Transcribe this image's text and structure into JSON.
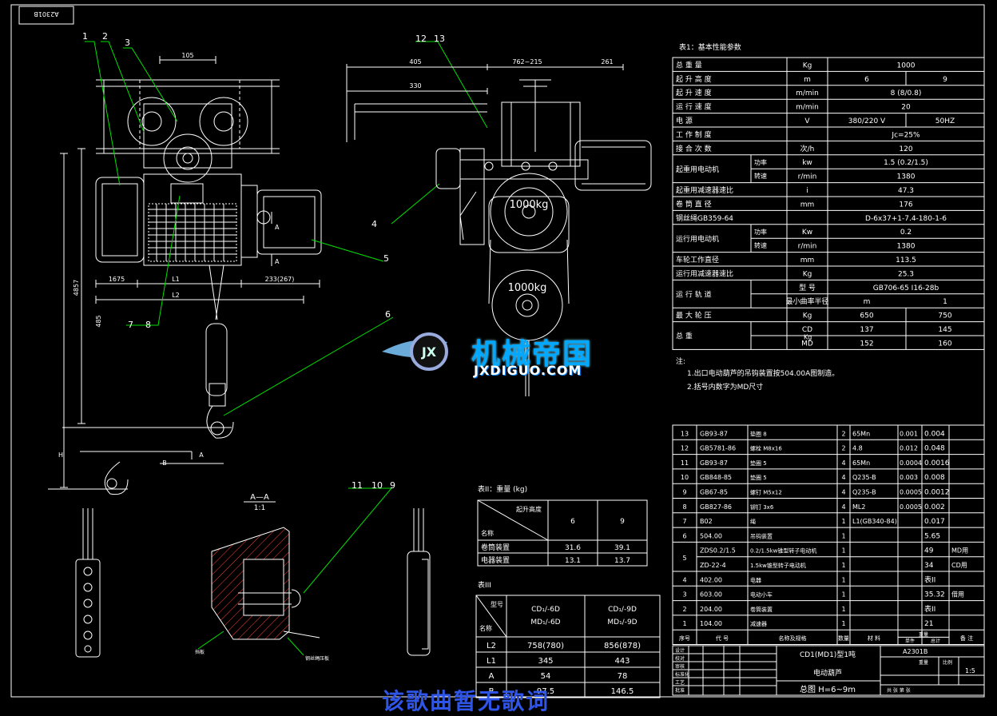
{
  "drawing_code_top": "A2301B",
  "callouts": [
    "1",
    "2",
    "3",
    "4",
    "5",
    "6",
    "7",
    "8",
    "10",
    "11",
    "12",
    "13",
    "9"
  ],
  "dims": {
    "d105": "105",
    "d405": "405",
    "d762": "762~215",
    "d261": "261",
    "d330": "330",
    "d1675": "1675",
    "dL1": "L1",
    "dL2": "L2",
    "d233": "233(267)",
    "d4857": "4857",
    "d485": "485",
    "dH": "H",
    "dB": "B",
    "dA": "A",
    "sectA": "A",
    "drum1": "1000kg",
    "drum2": "1000kg"
  },
  "section": {
    "title": "A—A",
    "scale": "1:1",
    "label_left": "挡板",
    "label_right": "钢丝绳压板"
  },
  "perf_table": {
    "caption": "表1：基本性能参数",
    "rows": [
      [
        "总   重   量",
        "Kg",
        "1000",
        ""
      ],
      [
        "起 升 高 度",
        "m",
        "6",
        "9"
      ],
      [
        "起 升 速 度",
        "m/min",
        "8  (8/0.8)",
        ""
      ],
      [
        "运 行 速 度",
        "m/min",
        "20",
        ""
      ],
      [
        "电       源",
        "V",
        "380/220 V",
        "50HZ"
      ],
      [
        "工 作 制 度",
        "",
        "Jc=25%",
        ""
      ],
      [
        "接 合 次 数",
        "次/h",
        "120",
        ""
      ],
      [
        "起重用电动机",
        "kw",
        "1.5  (0.2/1.5)",
        ""
      ],
      [
        "",
        "r/min",
        "1380",
        ""
      ],
      [
        "起重用减速器速比",
        "i",
        "47.3",
        ""
      ],
      [
        "卷 筒 直 径",
        "mm",
        "176",
        ""
      ],
      [
        "钢丝绳GB359-64",
        "",
        "D-6x37+1-7.4-180-1-6",
        ""
      ],
      [
        "运行用电动机",
        "Kw",
        "0.2",
        ""
      ],
      [
        "",
        "r/min",
        "1380",
        ""
      ],
      [
        "车轮工作直径",
        "mm",
        "113.5",
        ""
      ],
      [
        "运行用减速器速比",
        "Kg",
        "25.3",
        ""
      ],
      [
        "运 行 轨 道",
        "型 号",
        "GB706-65     I16-28b",
        ""
      ],
      [
        "",
        "最小曲率半径",
        "m",
        "1"
      ],
      [
        "最 大 轮 压",
        "Kg",
        "650",
        "750"
      ],
      [
        "总      重",
        "CD",
        "137",
        "145"
      ],
      [
        "",
        "MD",
        "152",
        "160"
      ]
    ],
    "sub_power": "功率",
    "sub_speed": "转速",
    "unit_kg": "Kg"
  },
  "notes": {
    "title": "注:",
    "lines": [
      "1.出口电动葫芦的吊钩装置按504.00A图制造。",
      "2.括号内数字为MD尺寸"
    ]
  },
  "weight_table": {
    "caption": "表II：重量 (kg)",
    "head_top": "起升高度",
    "head_left": "名称",
    "cols": [
      "6",
      "9"
    ],
    "rows": [
      [
        "卷筒装置",
        "31.6",
        "39.1"
      ],
      [
        "电器装置",
        "13.1",
        "13.7"
      ]
    ]
  },
  "size_table": {
    "caption": "表III",
    "head_top": "型号",
    "head_left": "名称",
    "col1": [
      "CD₁/-6D",
      "MD₁/-6D"
    ],
    "col2": [
      "CD₁/-9D",
      "MD₁/-9D"
    ],
    "rows": [
      [
        "L2",
        "758(780)",
        "856(878)"
      ],
      [
        "L1",
        "345",
        "443"
      ],
      [
        "A",
        "54",
        "78"
      ],
      [
        "B",
        "97.5",
        "146.5"
      ]
    ]
  },
  "parts_list": [
    [
      "13",
      "GB93-87",
      "垫圈 8",
      "2",
      "65Mn",
      "0.001",
      "0.004",
      ""
    ],
    [
      "12",
      "GB5781-86",
      "螺栓 M8x16",
      "2",
      "4.8",
      "0.012",
      "0.048",
      ""
    ],
    [
      "11",
      "GB93-87",
      "垫圈 5",
      "4",
      "65Mn",
      "0.0004",
      "0.0016",
      ""
    ],
    [
      "10",
      "GB848-85",
      "垫圈 5",
      "4",
      "Q235-B",
      "0.003",
      "0.008",
      ""
    ],
    [
      "9",
      "GB67-85",
      "螺钉 M5x12",
      "4",
      "Q235-B",
      "0.0005",
      "0.0012",
      ""
    ],
    [
      "8",
      "GB827-86",
      "铆钉 3x6",
      "4",
      "ML2",
      "0.0005",
      "0.002",
      ""
    ],
    [
      "7",
      "B02",
      "绳",
      "1",
      "L1(GB340-84)",
      "",
      "0.017",
      ""
    ],
    [
      "6",
      "504.00",
      "吊钩装置",
      "1",
      "",
      "",
      "5.65",
      ""
    ],
    [
      "5",
      "ZDS0.2/1.5",
      "0.2/1.5kw锥型转子电动机",
      "1",
      "",
      "",
      "49",
      "MD用"
    ],
    [
      "",
      "ZD-22-4",
      "1.5kw锥型转子电动机",
      "1",
      "",
      "",
      "34",
      "CD用"
    ],
    [
      "4",
      "402.00",
      "电器",
      "1",
      "",
      "",
      "表II",
      ""
    ],
    [
      "3",
      "603.00",
      "电动小车",
      "1",
      "",
      "",
      "35.32",
      "借用"
    ],
    [
      "2",
      "204.00",
      "卷筒装置",
      "1",
      "",
      "",
      "表II",
      ""
    ],
    [
      "1",
      "104.00",
      "减速器",
      "1",
      "",
      "",
      "21",
      ""
    ]
  ],
  "parts_header": [
    "序号",
    "代   号",
    "名称及规格",
    "数量",
    "材   料",
    "单件",
    "总计",
    "备  注"
  ],
  "weight_label": "重量",
  "title_block": {
    "name1": "CD1(MD1)型1吨",
    "name2": "电动葫芦",
    "drawing": "总图  H=6~9m",
    "code": "A2301B",
    "scale_label": "比例",
    "scale": "1:5",
    "weight_label": "重量",
    "sheet": "共    张  第    张",
    "sign_rows": [
      "设计",
      "校对",
      "审核",
      "标准化",
      "工艺",
      "批准"
    ]
  },
  "watermark": {
    "cn": "机械帝国",
    "en": "JXDIGUO.COM",
    "logo": "JX"
  },
  "subtitle": "该歌曲暂无歌词",
  "colors": {
    "line": "#ffffff",
    "leader": "#00e000",
    "hatch": "#ff3a3a",
    "bg": "#000000",
    "accent": "#2f55e8",
    "wm_blue": "#00a8ff"
  }
}
